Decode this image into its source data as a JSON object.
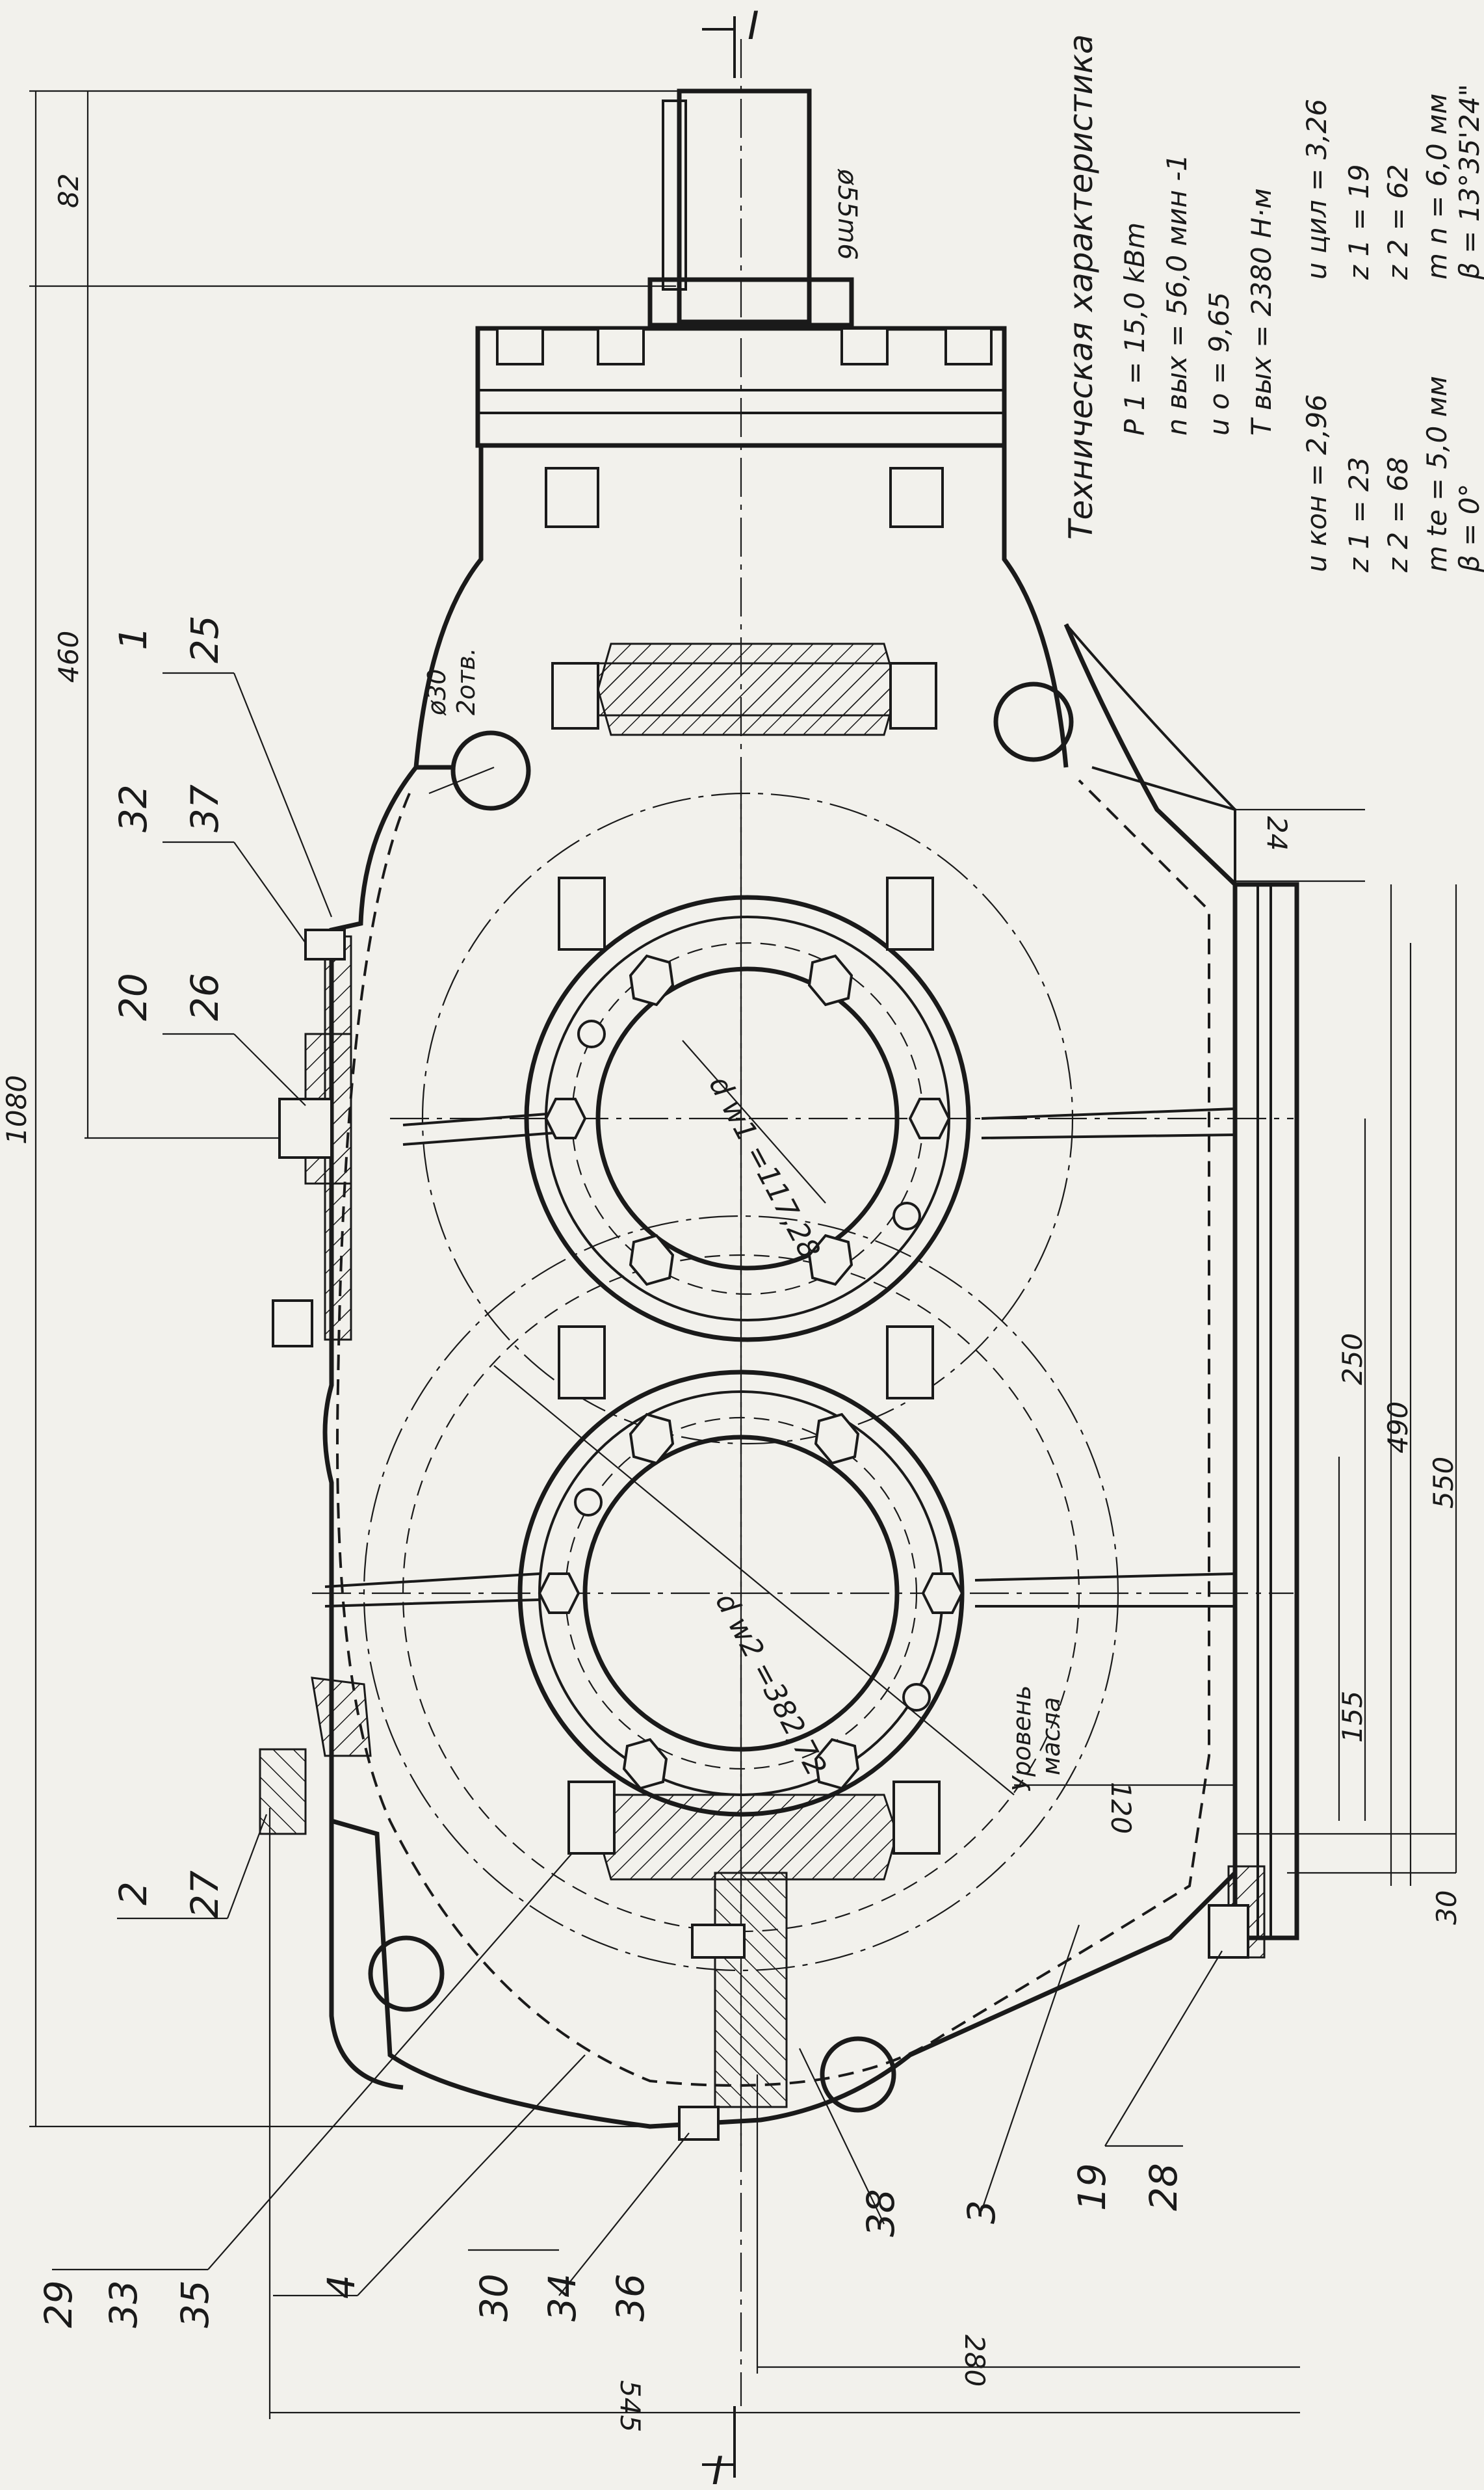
{
  "drawing": {
    "section_mark": "I",
    "dimensions": {
      "d_82": "82",
      "d_460": "460",
      "d_1080": "1080",
      "d_545": "545",
      "d_280": "280",
      "d_120": "120",
      "d_24": "24",
      "d_30": "30",
      "d_155": "155",
      "d_250": "250",
      "d_490": "490",
      "d_550": "550",
      "shaft_dia": "ø55m6",
      "hole_dia": "ø30",
      "hole_count": "2отв.",
      "dw1": "d w1 =117,28",
      "dw2": "d w2 =382,72"
    },
    "oil_level": [
      "Уровень",
      "масла"
    ],
    "callouts": {
      "c1": "1",
      "c25": "25",
      "c32": "32",
      "c37": "37",
      "c20": "20",
      "c26": "26",
      "c2": "2",
      "c27": "27",
      "c29": "29",
      "c33": "33",
      "c35": "35",
      "c4": "4",
      "c30": "30",
      "c34": "34",
      "c36": "36",
      "c38": "38",
      "c3": "3",
      "c19": "19",
      "c28": "28"
    },
    "spec": {
      "title": "Техническая характеристика",
      "p1": "P 1  =  15,0    kBm",
      "nout": "n вых = 56,0    мин -1",
      "uo": "u o  = 9,65",
      "tout": "T вых = 2380      H·м",
      "ukon": "u кон = 2,96",
      "z1a": "z 1  = 23",
      "z2a": "z 2  = 68",
      "mte": "m te = 5,0   мм",
      "beta_a": "β  =  0°",
      "ucil": "u цил = 3,26",
      "z1b": "z 1  =  19",
      "z2b": "z 2  =  62",
      "mn": "m n  =  6,0 мм",
      "beta_b": "β  = 13°35'24\""
    }
  }
}
